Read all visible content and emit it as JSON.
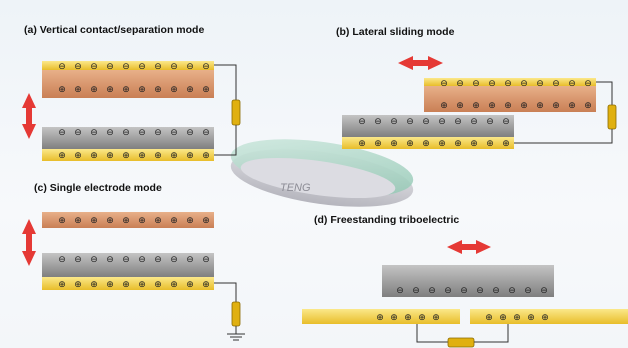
{
  "labels": {
    "a": "(a) Vertical contact/separation mode",
    "b": "(b) Lateral sliding mode",
    "c": "(c) Single electrode mode",
    "d": "(d) Freestanding triboelectric",
    "center": "TENG"
  },
  "symbols": {
    "minus": "⊖",
    "plus": "⊕"
  },
  "colors": {
    "copper": "#d9956a",
    "gray_metal": "#9a9a9a",
    "yellow_electrode": "#f2d24a",
    "arrow": "#e53935",
    "disc": "#9fd3c0"
  }
}
